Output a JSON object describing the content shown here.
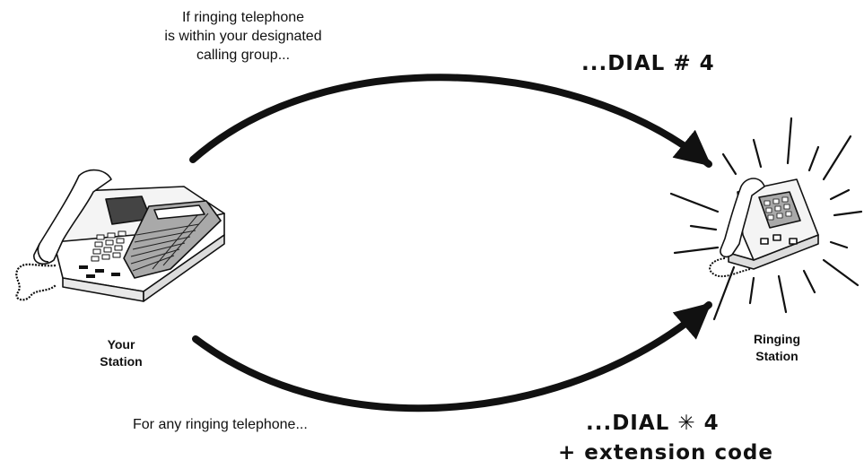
{
  "top_path": {
    "condition_lines": [
      "If ringing telephone",
      "is within your designated",
      "calling group..."
    ],
    "dial_text": "...DIAL # 4"
  },
  "bottom_path": {
    "condition_text": "For any ringing telephone...",
    "dial_line1": "...DIAL ✳ 4",
    "dial_line2": "+ extension code"
  },
  "your_station": {
    "label_lines": [
      "Your",
      "Station"
    ]
  },
  "ringing_station": {
    "label_lines": [
      "Ringing",
      "Station"
    ]
  },
  "colors": {
    "ink": "#111111",
    "panel_gray": "#a9a9a9",
    "background": "#ffffff"
  }
}
